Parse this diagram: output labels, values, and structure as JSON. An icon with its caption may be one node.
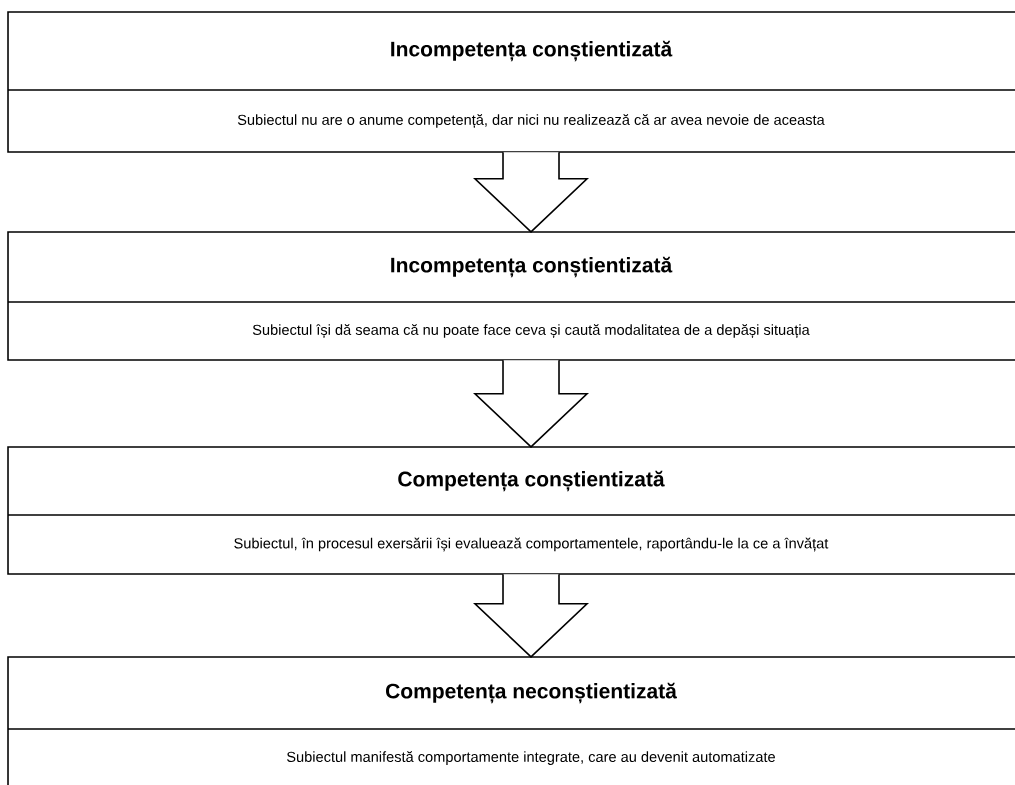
{
  "diagram": {
    "nodes": [
      {
        "text": [
          "Incompetența conștientizată",
          "Subiectul nu are o anume competență, dar nici nu realizează că ar avea nevoie de aceasta"
        ]
      },
      {
        "text": [
          "Incompetența conștientizată",
          "Subiectul își dă seama că nu poate face ceva și caută modalitatea de a depăși situația"
        ]
      },
      {
        "text": [
          "Competența conștientizată",
          "Subiectul, în procesul exersării își evaluează comportamentele, raportându-le la ce a învățat"
        ]
      },
      {
        "text": [
          "Competența neconștientizată",
          "Subiectul manifestă comportamente integrate, care au devenit automatizate"
        ]
      }
    ],
    "edges": [
      {
        "from": 0,
        "to": 1,
        "arrow": "to"
      },
      {
        "from": 1,
        "to": 2,
        "arrow": "to"
      },
      {
        "from": 2,
        "to": 3,
        "arrow": "to"
      }
    ]
  }
}
